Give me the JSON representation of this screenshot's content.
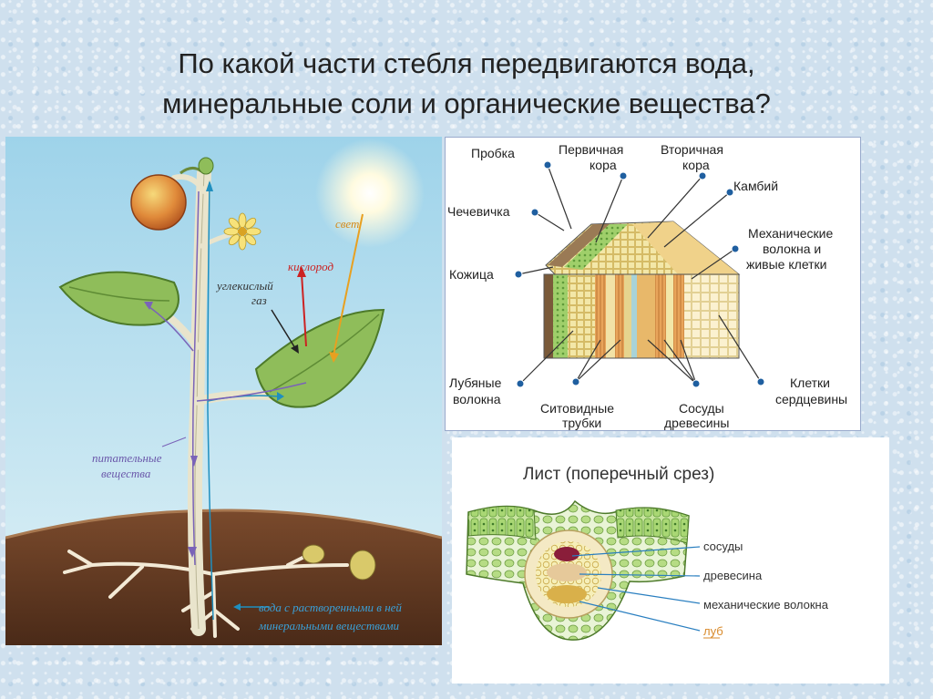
{
  "title": {
    "line1": "По какой части стебля передвигаются вода,",
    "line2": "минеральные соли и органические вещества?"
  },
  "plant_diagram": {
    "light": "свет",
    "oxygen": "кислород",
    "co2_line1": "углекислый",
    "co2_line2": "газ",
    "nutrients_line1": "питательные",
    "nutrients_line2": "вещества",
    "water_line1": "вода с растворенными в ней",
    "water_line2": "минеральными веществами",
    "colors": {
      "sky": "#b7def0",
      "soil": "#5a3420",
      "leaf": "#7fb04a",
      "water_arrow": "#1f8fbf",
      "nutrient_arrow": "#7a63b8",
      "oxygen": "#cc2222",
      "light": "#e8a020"
    }
  },
  "stem_diagram": {
    "labels": {
      "cork": "Пробка",
      "primary_cortex_1": "Первичная",
      "primary_cortex_2": "кора",
      "secondary_cortex_1": "Вторичная",
      "secondary_cortex_2": "кора",
      "cambium": "Камбий",
      "lenticel": "Чечевичка",
      "mech_1": "Механические",
      "mech_2": "волокна и",
      "mech_3": "живые клетки",
      "skin": "Кожица",
      "bast_1": "Лубяные",
      "bast_2": "волокна",
      "sieve_1": "Ситовидные",
      "sieve_2": "трубки",
      "vessels_1": "Сосуды",
      "vessels_2": "древесины",
      "pith_1": "Клетки",
      "pith_2": "сердцевины"
    }
  },
  "leaf_diagram": {
    "title": "Лист (поперечный срез)",
    "labels": {
      "vessels": "сосуды",
      "wood": "древесина",
      "mech": "механические волокна",
      "bast": "луб"
    },
    "colors": {
      "bast_label": "#d98a2b",
      "pointer": "#2a7fc0"
    }
  }
}
